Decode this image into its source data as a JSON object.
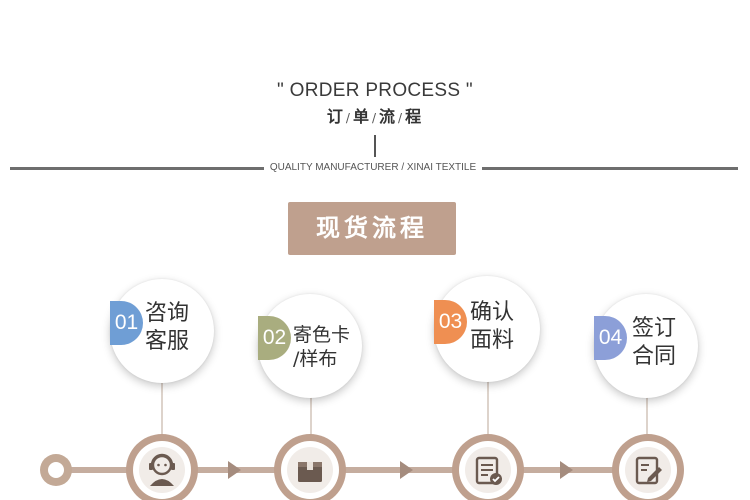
{
  "header": {
    "title_en": "\" ORDER PROCESS \"",
    "title_cn": [
      "订",
      "单",
      "流",
      "程"
    ],
    "title_cn_sep": "/",
    "tagline": "QUALITY MANUFACTURER / XINAI TEXTILE"
  },
  "section_label": "现货流程",
  "steps": [
    {
      "number": "01",
      "line1": "咨询",
      "line2": "客服",
      "color": "#6f9ed5",
      "icon": "customer-service-icon"
    },
    {
      "number": "02",
      "line1": "寄色卡",
      "line2": "/样布",
      "color": "#a9ad7f",
      "icon": "package-box-icon"
    },
    {
      "number": "03",
      "line1": "确认",
      "line2": "面料",
      "color": "#ef8f52",
      "icon": "checked-document-icon"
    },
    {
      "number": "04",
      "line1": "签订",
      "line2": "合同",
      "color": "#8c9fd8",
      "icon": "sign-contract-icon"
    }
  ],
  "colors": {
    "accent": "#bfa08e",
    "track": "#c5ad9f",
    "arrow": "#a58c7e"
  }
}
